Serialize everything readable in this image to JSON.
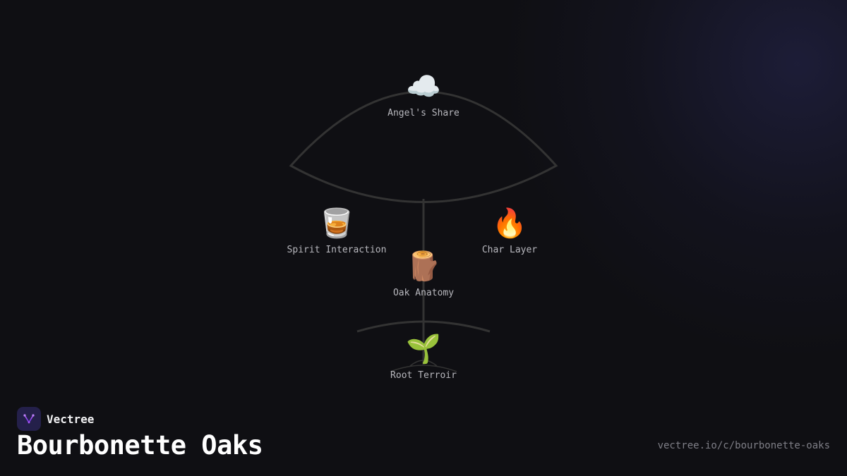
{
  "diagram": {
    "nodes": [
      {
        "id": "angels-share",
        "emoji": "☁️",
        "icon": "cloud-icon",
        "label": "Angel's Share"
      },
      {
        "id": "spirit-interaction",
        "emoji": "🥃",
        "icon": "whiskey-glass-icon",
        "label": "Spirit Interaction"
      },
      {
        "id": "char-layer",
        "emoji": "🔥",
        "icon": "fire-icon",
        "label": "Char Layer"
      },
      {
        "id": "oak-anatomy",
        "emoji": "🪵",
        "icon": "wood-log-icon",
        "label": "Oak Anatomy"
      },
      {
        "id": "root-terroir",
        "emoji": "🌱",
        "icon": "seedling-icon",
        "label": "Root Terroir"
      }
    ],
    "line_color": "#333333"
  },
  "footer": {
    "brand_name": "Vectree",
    "brand_icon": "vectree-logo-icon",
    "title": "Bourbonette Oaks",
    "url": "vectree.io/c/bourbonette-oaks"
  },
  "colors": {
    "background": "#0f0f13",
    "logo_bg": "#24204a",
    "logo_accent": "#a855f7"
  }
}
